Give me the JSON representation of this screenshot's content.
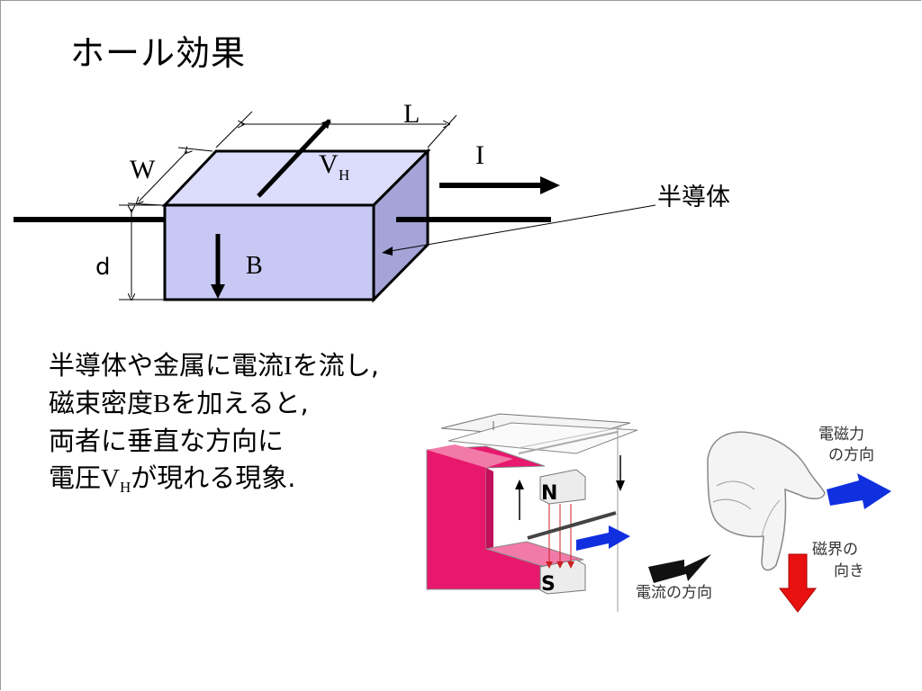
{
  "title": "ホール効果",
  "labels": {
    "L": "L",
    "W": "W",
    "d": "d",
    "VH_main": "V",
    "VH_sub": "H",
    "I": "I",
    "B": "B",
    "semiconductor": "半導体"
  },
  "description": {
    "line1_pre": "半導体や金属に電流",
    "line1_var": "I",
    "line1_post": "を流し,",
    "line2_pre": "磁束密度",
    "line2_var": "B",
    "line2_post": "を加えると,",
    "line3": "両者に垂直な方向に",
    "line4_pre": "電圧",
    "line4_var": "V",
    "line4_sub": "H",
    "line4_post": "が現れる現象."
  },
  "hand_rule": {
    "force_line1": "電磁力",
    "force_line2": "の方向",
    "field_line1": "磁界の",
    "field_line2": "向き",
    "current": "電流の方向"
  },
  "magnet": {
    "north": "N",
    "south": "S"
  },
  "colors": {
    "block_front": "#c8c8f4",
    "block_top": "#dcdcfc",
    "block_side": "#a4a4d8",
    "magnet": "#e8186e",
    "force_arrow": "#1030e0",
    "field_arrow": "#e81010",
    "current_arrow": "#000000"
  }
}
